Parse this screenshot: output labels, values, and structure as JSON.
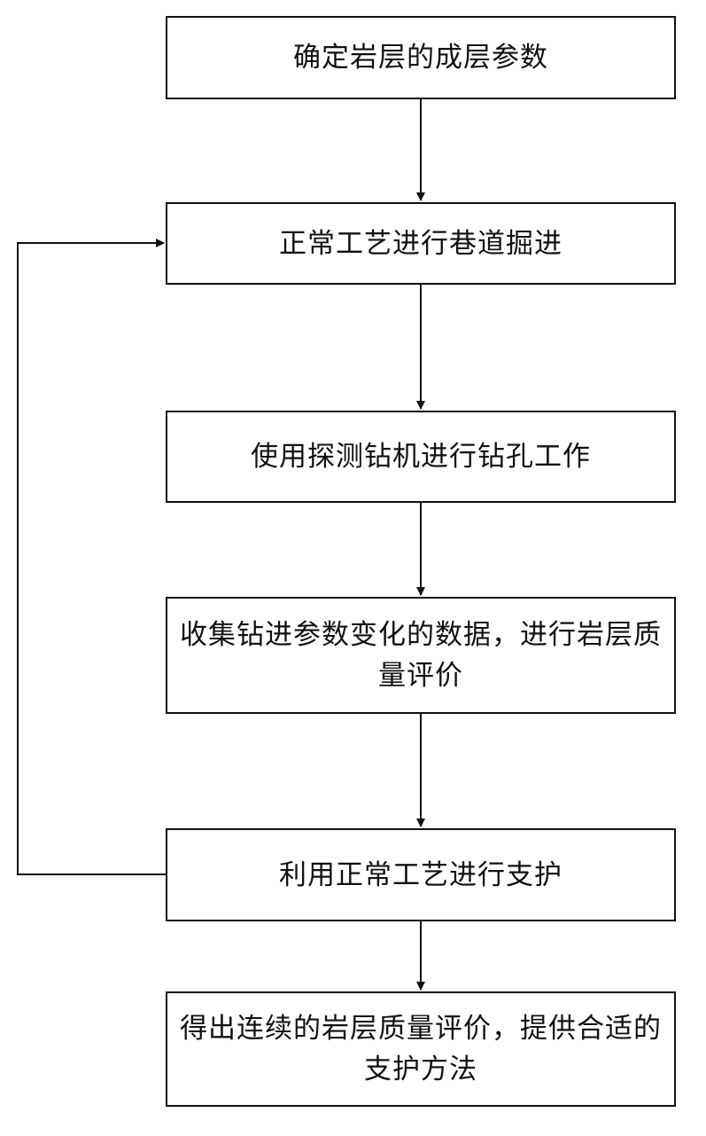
{
  "flowchart": {
    "steps": [
      {
        "id": "step-1",
        "text": "确定岩层的成层参数"
      },
      {
        "id": "step-2",
        "text": "正常工艺进行巷道掘进"
      },
      {
        "id": "step-3",
        "text": "使用探测钻机进行钻孔工作"
      },
      {
        "id": "step-4",
        "text": "收集钻进参数变化的数据，进行岩层质量评价"
      },
      {
        "id": "step-5",
        "text": "利用正常工艺进行支护"
      },
      {
        "id": "step-6",
        "text": "得出连续的岩层质量评价，提供合适的支护方法"
      }
    ],
    "loop": {
      "from": "step-5",
      "to": "step-2"
    },
    "line_color": "#111111"
  }
}
